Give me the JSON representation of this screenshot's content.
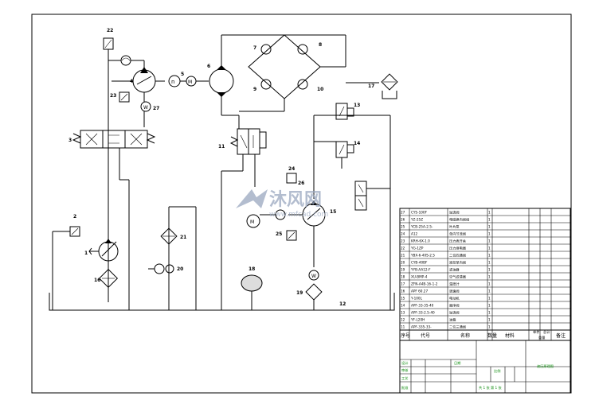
{
  "watermark": {
    "brand_cn": "沐风网",
    "url": "www.mfcad.com",
    "color": "#9aa8c0"
  },
  "callouts": [
    "1",
    "2",
    "3",
    "4",
    "5",
    "6",
    "7",
    "8",
    "9",
    "10",
    "11",
    "12",
    "13",
    "14",
    "15",
    "16",
    "17",
    "18",
    "19",
    "20",
    "21",
    "22",
    "23",
    "24",
    "25",
    "26",
    "27"
  ],
  "bom_rows": [
    {
      "no": "27",
      "code": "CYS-100F",
      "name": "溢流阀",
      "qty": "1"
    },
    {
      "no": "26",
      "code": "YZ-25Z",
      "name": "电磁换向阀组",
      "qty": "1"
    },
    {
      "no": "25",
      "code": "YCB-25A-2.5-",
      "name": "叶片泵",
      "qty": "1"
    },
    {
      "no": "24",
      "code": "A12",
      "name": "单向节流阀",
      "qty": "1"
    },
    {
      "no": "23",
      "code": "KRH-6X-1.0",
      "name": "压力表开关",
      "qty": "1"
    },
    {
      "no": "22",
      "code": "YG-1ZP",
      "name": "压力继电器",
      "qty": "1"
    },
    {
      "no": "21",
      "code": "YBX-6-40S-2.5",
      "name": "二位四通阀",
      "qty": "1"
    },
    {
      "no": "20",
      "code": "CYB-40BF",
      "name": "液控单向阀",
      "qty": "1"
    },
    {
      "no": "19",
      "code": "YYB-AA12-F",
      "name": "滤油器",
      "qty": "1"
    },
    {
      "no": "18",
      "code": "XU-BMP-4",
      "name": "空气滤清器",
      "qty": "1"
    },
    {
      "no": "17",
      "code": "ZFN-A4B-16-1-2",
      "name": "温度计",
      "qty": "1"
    },
    {
      "no": "16",
      "code": "APF 60.27",
      "name": "调速阀",
      "qty": "1"
    },
    {
      "no": "15",
      "code": "Y-100L",
      "name": "电动机",
      "qty": "1"
    },
    {
      "no": "14",
      "code": "APF-33-35-40",
      "name": "顺序阀",
      "qty": "1"
    },
    {
      "no": "13",
      "code": "APF-33-2.5-40",
      "name": "溢流阀",
      "qty": "1"
    },
    {
      "no": "12",
      "code": "YF-L20H",
      "name": "油箱",
      "qty": "1"
    },
    {
      "no": "11",
      "code": "APF-335-33-",
      "name": "二位三通阀",
      "qty": "1"
    }
  ],
  "bom_header": {
    "no": "序号",
    "code": "代号",
    "name": "名称",
    "qty": "数量",
    "material": "材料",
    "unit_weight": "单件",
    "total_weight": "总计",
    "weight": "重量",
    "remark": "备注"
  },
  "title_block": {
    "drawing_name": "液压原理图",
    "scale_label": "比例",
    "sheet_info": "共 1 张  第 1 张",
    "design": "设计",
    "check": "审核",
    "process": "工艺",
    "approve": "批准",
    "date": "日期"
  },
  "colors": {
    "line": "#000000",
    "title_text": "#0a8a0a",
    "watermark": "#9aa8c0"
  }
}
